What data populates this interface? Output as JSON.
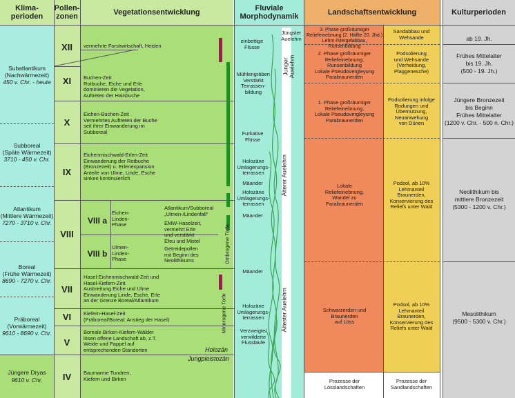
{
  "headers": {
    "klima": "Klima-\nperioden",
    "pollen": "Pollen-\nzonen",
    "vegetation": "Vegetationsentwicklung",
    "fluvial": "Fluviale\nMorphodynamik",
    "landschaft": "Landschaftsentwicklung",
    "kultur": "Kulturperioden"
  },
  "klima": {
    "subatlantikum": {
      "name": "Subatlantikum",
      "sub": "(Nachwärmezeit)",
      "date": "450 v. Chr. - heute"
    },
    "subboreal": {
      "name": "Subboreal",
      "sub": "(Späte Wärmezeit)",
      "date": "3710 - 450 v. Chr."
    },
    "atlantikum": {
      "name": "Atlantikum",
      "sub": "(Mittlere Wärmezeit)",
      "date": "7270 - 3710 v. Chr."
    },
    "boreal": {
      "name": "Boreal",
      "sub": "(Frühe Wärmezeit)",
      "date": "8690 - 7270 v. Chr."
    },
    "praeboreal": {
      "name": "Präboreal",
      "sub": "(Vorwärmezeit)",
      "date": "9610 - 8690 v. Chr."
    },
    "dryas": {
      "name": "Jüngere Dryas",
      "date": "9610 v. Chr."
    }
  },
  "zones": {
    "xii": "XII",
    "xi": "XI",
    "x": "X",
    "ix": "IX",
    "viii": "VIII",
    "viiia": "VIII a",
    "viiib": "VIII b",
    "vii": "VII",
    "vi": "VI",
    "v": "V",
    "iv": "IV"
  },
  "vegetation": {
    "xii": "vermehrte Forstwirtschaft, Heiden",
    "xi": "Buchen-Zeit\nRotbuche, Eiche und Erle\ndominieren die Vegetation,\nAuftreten der Hainbuche",
    "x": "Eichen-Buchen-Zeit\nVermehrtes Auftreten der Buche\nseit ihrer Einwanderung im\nSubboreal",
    "ix": "Eichenmischwald-Erlen-Zeit\nEinwanderung der Rotbuche\n(Bronzezeit) u. Erlenexpansion\nAnteile von Ulme, Linde, Esche\nsinken kontinuierlich",
    "viiia_phase": "Eichen-\nLinden-\nPhase",
    "viiib_phase": "Ulmen-\nLinden-\nPhase",
    "atl_sub": "Atlantikum/Subboreal\n„Ulmen-/Lindenfall\"",
    "emw": "EMW-Haselzeit,\nvermehrt Erle\nund verstärkt\nEfeu und Mistel",
    "getreide": "Getreidepollen\nmit Beginn des\nNeolithikums",
    "vii": "Hasel-Eichenmischwald-Zeit und\nHasel-Kiefern-Zeit\nAusbreitung Eiche und Ulme\nEinwanderung Linde, Esche, Erle\nan der Grenze Boreal/Atlantikum",
    "vi": "Kiefern-Hasel-Zeit\n(Präboreal/Boreal: Anstieg der Hasel)",
    "v": "Boreale Birken-Kiefern-Wälder\nlösen offene Landschaft ab, z.T.\nWeide und Pappel auf\nentsprechenden Standorten",
    "iv": "Baumarme Tundren,\nKiefern und Birken",
    "holozaen": "Holozän",
    "jungpleistozaen": "Jungpleistozän",
    "ombrogene": "Ombrogene Torfe",
    "minerogene": "Minerogene Torfe"
  },
  "fluvial": {
    "einbettige": "einbettige\nFlüsse",
    "muehlen": "Mühlengräben\nVerstärkt\nTerrassen-\nbildung",
    "furkative": "Furkative\nFlüsse",
    "holo1": "Holozäne\nUmlagerungs-\nterrassen",
    "maeander1": "Mäander",
    "holo2": "Holozäne\nUmlagerungs-\nterrassen",
    "maeander2": "Mäander",
    "maeander3": "Mäander",
    "holo3": "Holozäne\nUmlagerungs-\nterrassen",
    "verzweigte": "Verzweigte/\nverwilderte\nFlussläufe",
    "juengster": "Jüngster\nAuelehm",
    "junger": "Junger\nAuelehm",
    "aelterer": "Älterer Auelehm",
    "aeltester": "Ältester Auelehm"
  },
  "landschaft": {
    "p3": "3. Phase großräumiger\nReliefeinebnung (2. Hälfte 20. Jhd.)\nLehm-/Mergelabbau, Runsenbildung",
    "p2": "2. Phase großräumiger\nReliefeinebnung,\nRunsenbildung\nLokale Pseudovergleyung\nParabraunerden",
    "p1": "1. Phase großräumiger\nReliefeinebnung,\nLokale Pseudovergleyung\nParabraunerden",
    "lokale": "Lokale\nReliefeinebnung,\nWandel zu\nParabraunerden",
    "schwarz": "Schwarzerden und\nBraunerden\nauf Löss",
    "prozesse_loess": "Prozesse der\nLösslandschaften",
    "sand1": "Sandabbau und\nWehsande",
    "sand2": "Podsolierung\nund Wehsande\n(Verheidung,\nPlaggenesche)",
    "sand3": "Podsolierung infolge\nRodungen und\nÜbernutzung,\nNeuanwehung\nvon Dünen",
    "sand4": "Podsol, ab 10%\nLehmanteil\nBraunerden,\nKonservierung des\nReliefs unter Wald",
    "sand5": "Podsol, ab 10%\nLehmanteil\nBraunerden,\nKonservierung des\nReliefs unter Wald",
    "prozesse_sand": "Prozesse der\nSandlandschaften"
  },
  "kultur": {
    "k1": "ab 19. Jh.",
    "k2": "Frühes Mittelalter\nbis 19. Jh.\n(500 - 19. Jh.)",
    "k3": "Jüngere Bronzezeit\nbis Beginn\nFrühes Mittelalter\n(1200 v. Chr. - 500 n. Chr.)",
    "k4": "Neolithikum bis\nmittlere Bronzezeit\n(5300 - 1200 v. Chr.)",
    "k5": "Mesolithikum\n(9500 - 5300 v. Chr.)"
  },
  "colors": {
    "klima_bg": "#a9ece0",
    "pollen_bg": "#c9e9a1",
    "veg_bg": "#a9de78",
    "fluvial_bg": "#a4ecda",
    "loess_bg": "#f08a5d",
    "sand_bg": "#efcf56",
    "kultur_bg": "#d3d3d3",
    "header_bg": "#c9e9a1",
    "bar_magenta": "#b0125c",
    "bar_green": "#1e8f22"
  }
}
